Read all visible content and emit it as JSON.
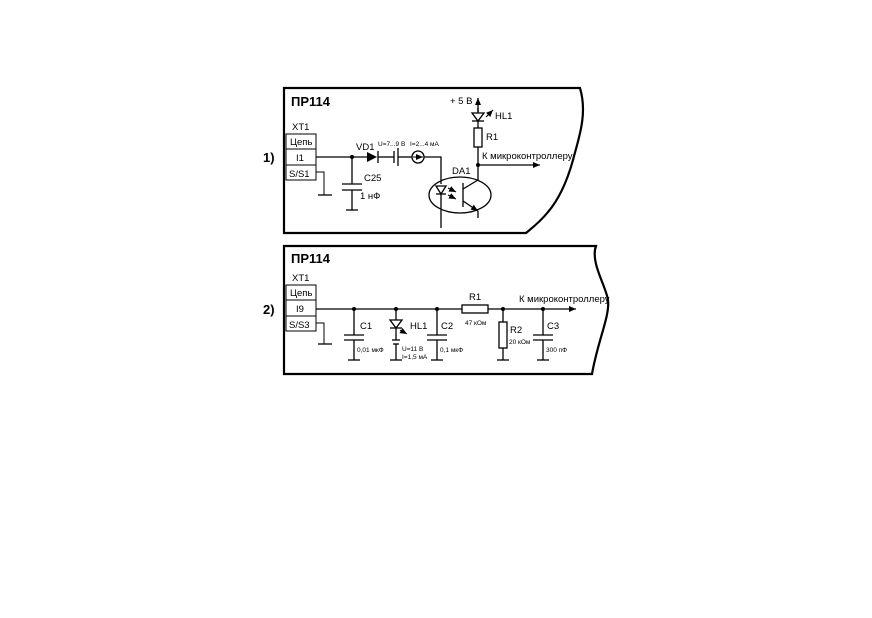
{
  "panels": [
    {
      "index": "1)",
      "title": "ПР114",
      "connector": "XT1",
      "terminals": [
        "Цепь",
        "I1",
        "S/S1"
      ],
      "components": {
        "diode": "VD1",
        "source": "U=7...9 В",
        "current": "I=2...4 мА",
        "cap_name": "C25",
        "cap_value": "1 нФ",
        "supply": "+ 5 В",
        "led": "HL1",
        "resistor": "R1",
        "optocoupler": "DA1"
      },
      "output": "К микроконтроллеру"
    },
    {
      "index": "2)",
      "title": "ПР114",
      "connector": "XT1",
      "terminals": [
        "Цепь",
        "I9",
        "S/S3"
      ],
      "components": {
        "c1_name": "C1",
        "c1_value": "0,01 мкФ",
        "led": "HL1",
        "led_u": "U=11 В",
        "led_i": "I=1,5 мА",
        "c2_name": "C2",
        "c2_value": "0,1 мкФ",
        "r1_name": "R1",
        "r1_value": "47 кОм",
        "r2_name": "R2",
        "r2_value": "20 кОм",
        "c3_name": "C3",
        "c3_value": "300 пФ"
      },
      "output": "К микроконтроллеру"
    }
  ]
}
